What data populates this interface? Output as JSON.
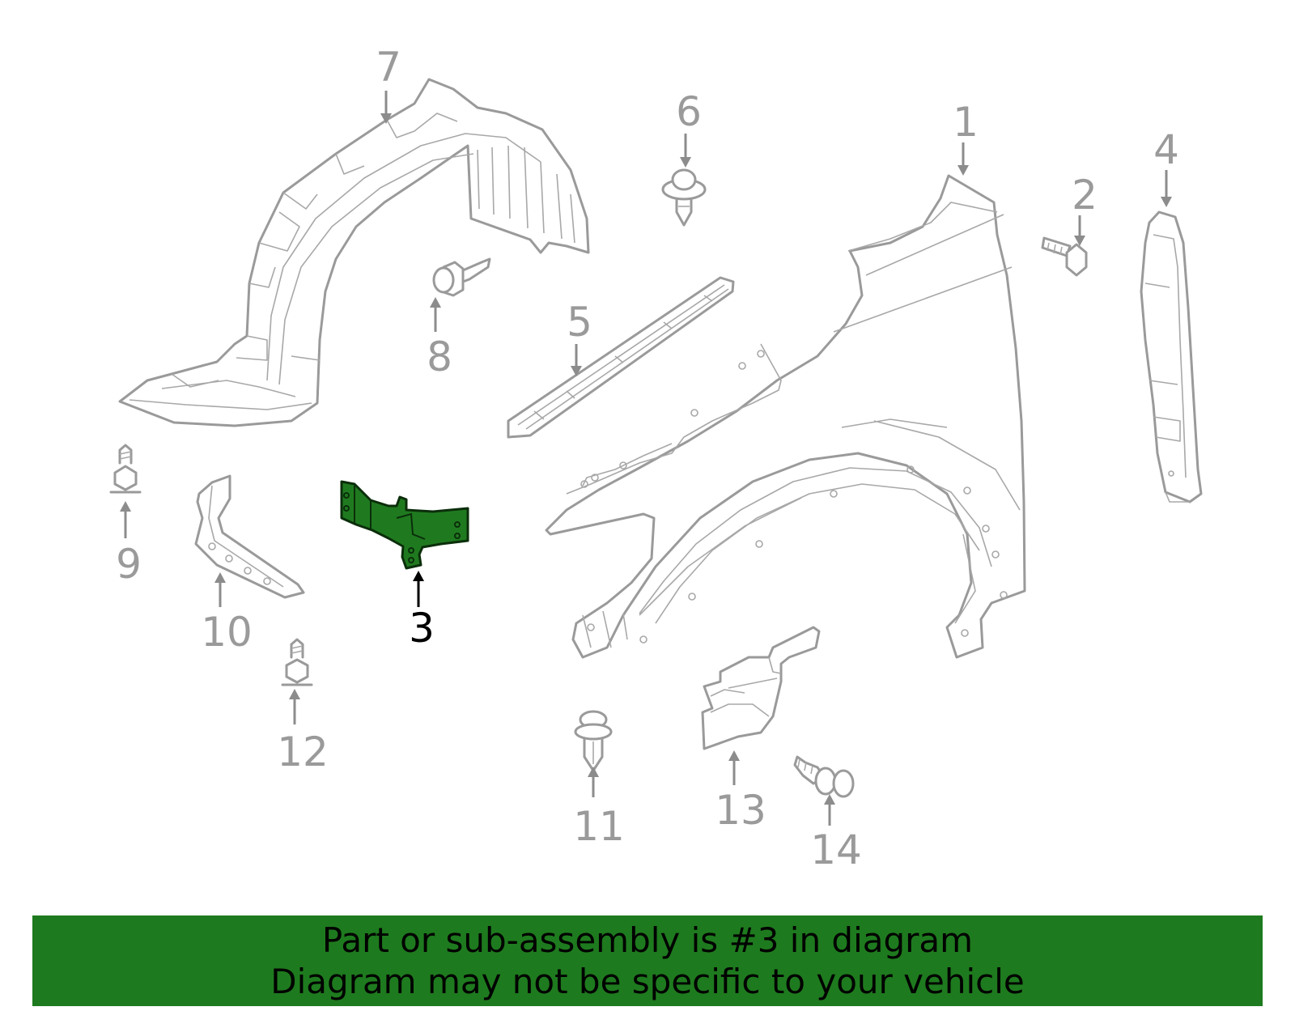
{
  "diagram": {
    "callouts": [
      {
        "id": "1",
        "label": "1",
        "highlighted": false
      },
      {
        "id": "2",
        "label": "2",
        "highlighted": false
      },
      {
        "id": "3",
        "label": "3",
        "highlighted": true
      },
      {
        "id": "4",
        "label": "4",
        "highlighted": false
      },
      {
        "id": "5",
        "label": "5",
        "highlighted": false
      },
      {
        "id": "6",
        "label": "6",
        "highlighted": false
      },
      {
        "id": "7",
        "label": "7",
        "highlighted": false
      },
      {
        "id": "8",
        "label": "8",
        "highlighted": false
      },
      {
        "id": "9",
        "label": "9",
        "highlighted": false
      },
      {
        "id": "10",
        "label": "10",
        "highlighted": false
      },
      {
        "id": "11",
        "label": "11",
        "highlighted": false
      },
      {
        "id": "12",
        "label": "12",
        "highlighted": false
      },
      {
        "id": "13",
        "label": "13",
        "highlighted": false
      },
      {
        "id": "14",
        "label": "14",
        "highlighted": false
      }
    ],
    "colors": {
      "line": "#9a9a9a",
      "highlight_fill": "#1f7a1f",
      "highlight_label": "#000000",
      "banner_bg": "#1e7a1e"
    }
  },
  "banner": {
    "line1": "Part or sub-assembly is #3 in diagram",
    "line2": "Diagram may not be specific to your vehicle"
  }
}
